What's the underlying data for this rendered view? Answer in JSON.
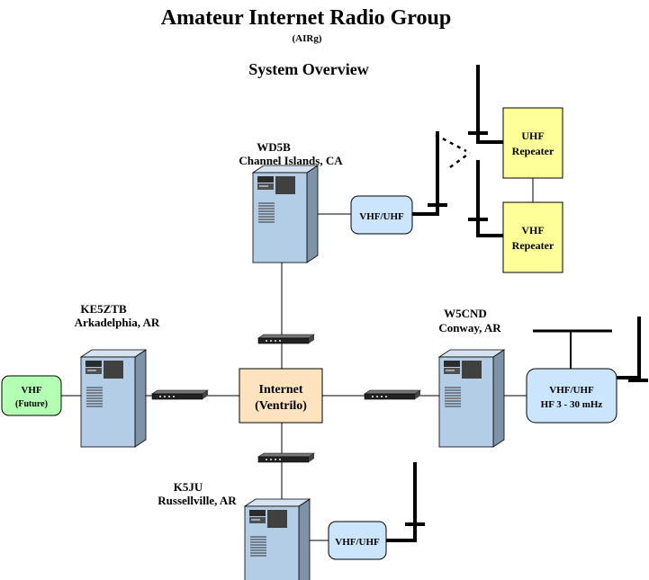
{
  "header": {
    "title": "Amateur Internet Radio Group",
    "subtitle": "(AIRg)",
    "section_title": "System Overview"
  },
  "colors": {
    "radio_fill": "#cce5ff",
    "repeater_fill": "#ffff99",
    "internet_fill": "#ffe4bf",
    "future_fill": "#b3ffb3",
    "server_face": "#b3cde6",
    "server_side": "#7f93a8"
  },
  "nodes": {
    "wd5b": {
      "callsign": "WD5B",
      "location": "Channel Islands, CA"
    },
    "ke5ztb": {
      "callsign": "KE5ZTB",
      "location": "Arkadelphia, AR"
    },
    "w5cnd": {
      "callsign": "W5CND",
      "location": "Conway, AR"
    },
    "k5ju": {
      "callsign": "K5JU",
      "location": "Russellville, AR"
    }
  },
  "internet": {
    "line1": "Internet",
    "line2": "(Ventrilo)"
  },
  "radios": {
    "wd5b": "VHF/UHF",
    "k5ju": "VHF/UHF",
    "w5cnd_line1": "VHF/UHF",
    "w5cnd_line2": "HF 3 - 30  mHz",
    "ke5ztb_line1": "VHF",
    "ke5ztb_line2": "(Future)"
  },
  "repeaters": {
    "uhf_line1": "UHF",
    "uhf_line2": "Repeater",
    "vhf_line1": "VHF",
    "vhf_line2": "Repeater"
  }
}
